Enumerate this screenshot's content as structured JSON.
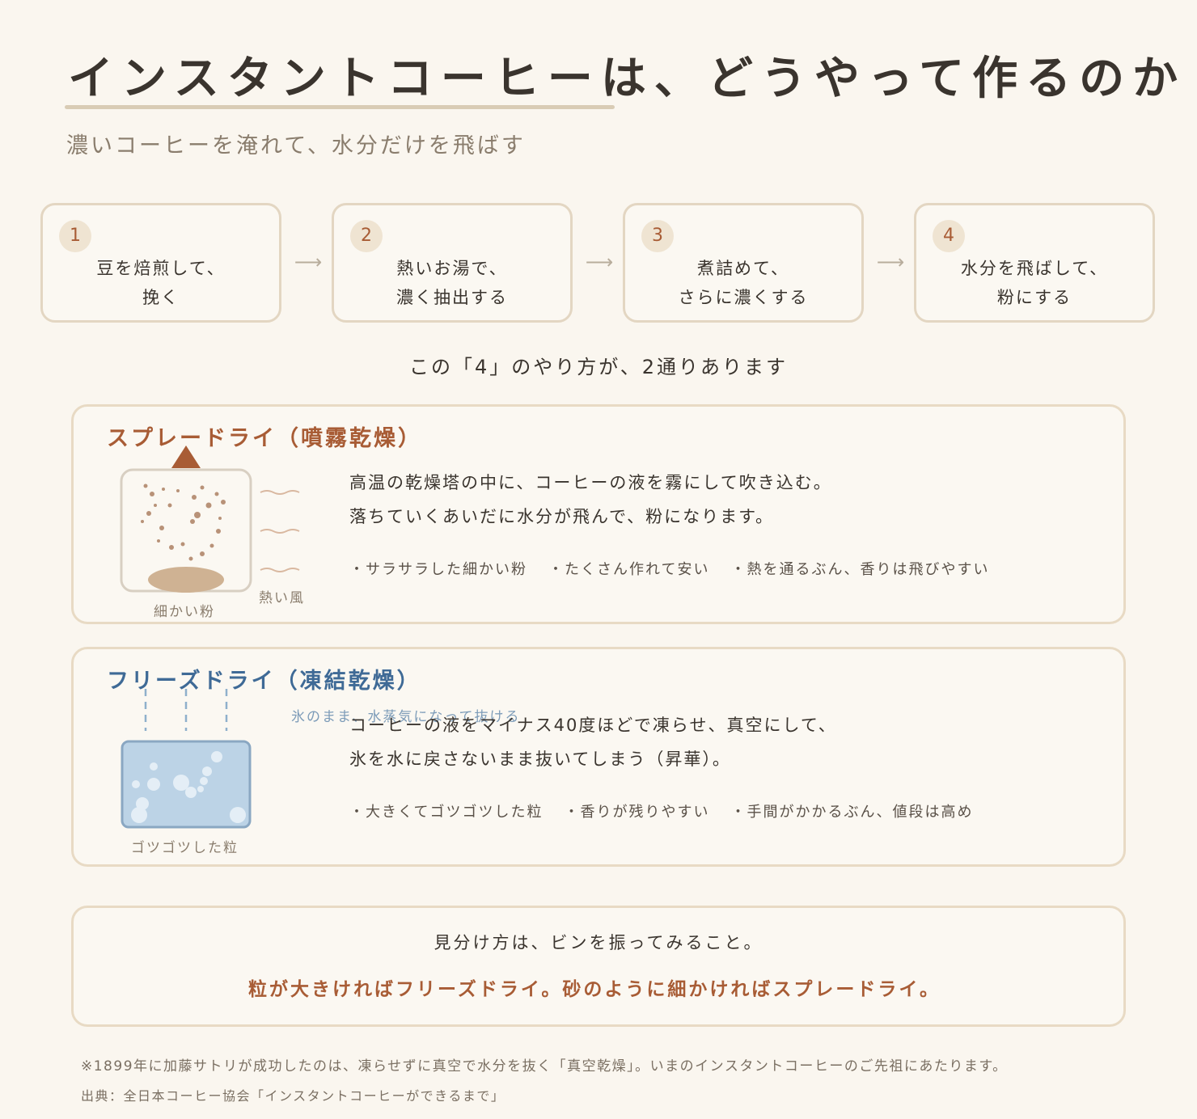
{
  "title": "インスタントコーヒーは、どうやって作るのか",
  "subtitle": "濃いコーヒーを淹れて、水分だけを飛ばす",
  "steps": [
    {
      "num": "1",
      "text": "豆を焙煎して、\n挽く"
    },
    {
      "num": "2",
      "text": "熱いお湯で、\n濃く抽出する"
    },
    {
      "num": "3",
      "text": "煮詰めて、\nさらに濃くする"
    },
    {
      "num": "4",
      "text": "水分を飛ばして、\n粉にする"
    }
  ],
  "intro": "この「4」のやり方が、2通りあります",
  "spray": {
    "title": "スプレードライ（噴霧乾燥）",
    "desc1": "高温の乾燥塔の中に、コーヒーの液を霧にして吹き込む。",
    "desc2": "落ちていくあいだに水分が飛んで、粉になります。",
    "bullets": [
      "・サラサラした細かい粉",
      "・たくさん作れて安い",
      "・熱を通るぶん、香りは飛びやすい"
    ],
    "fig_powder": "細かい粉",
    "fig_wind": "熱い風"
  },
  "freeze": {
    "title": "フリーズドライ（凍結乾燥）",
    "fig_vapor": "氷のまま、水蒸気になって抜ける",
    "desc1": "コーヒーの液をマイナス40度ほどで凍らせ、真空にして、",
    "desc2": "氷を水に戻さないまま抜いてしまう（昇華）。",
    "bullets": [
      "・大きくてゴツゴツした粒",
      "・香りが残りやすい",
      "・手間がかかるぶん、値段は高め"
    ],
    "fig_grains": "ゴツゴツした粒"
  },
  "tip": {
    "line1": "見分け方は、ビンを振ってみること。",
    "line2": "粒が大きければフリーズドライ。砂のように細かければスプレードライ。"
  },
  "footnote": "※1899年に加藤サトリが成功したのは、凍らせずに真空で水分を抜く「真空乾燥」。いまのインスタントコーヒーのご先祖にあたります。",
  "source": "出典：全日本コーヒー協会「インスタントコーヒーができるまで」",
  "colors": {
    "background": "#faf6ef",
    "accent_brown": "#a85c35",
    "accent_blue": "#3f6a96",
    "border": "#e3d6c2"
  }
}
